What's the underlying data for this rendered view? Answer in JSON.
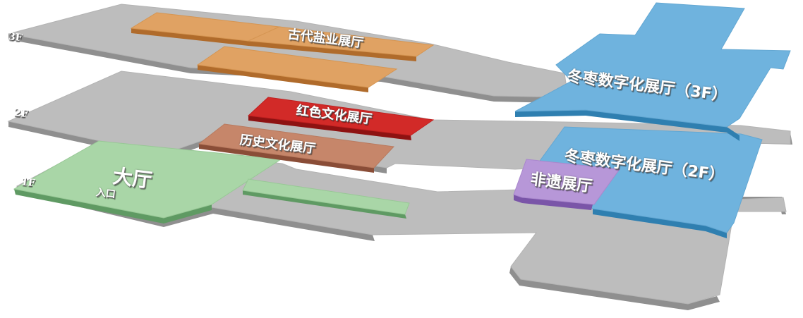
{
  "floors": [
    {
      "id": "3F",
      "tag": "3F"
    },
    {
      "id": "2F",
      "tag": "2F"
    },
    {
      "id": "1F",
      "tag": "1F"
    }
  ],
  "halls": {
    "ancient_salt": "古代盐业展厅",
    "dongzao_3f": "冬枣数字化展厅（3F）",
    "red_culture": "红色文化展厅",
    "history_culture": "历史文化展厅",
    "dongzao_2f": "冬枣数字化展厅（2F）",
    "intangible_heritage": "非遗展厅",
    "lobby": "大厅",
    "entrance": "入口"
  },
  "colors": {
    "floor": "#bdbdbd",
    "dongzao": "#6fb3de",
    "ancient_salt": "#e0a263",
    "red_culture": "#d22a28",
    "history_culture": "#c6866a",
    "lobby": "#a9d6a7",
    "intangible_heritage": "#b797d8",
    "label_text": "#ffffff"
  }
}
